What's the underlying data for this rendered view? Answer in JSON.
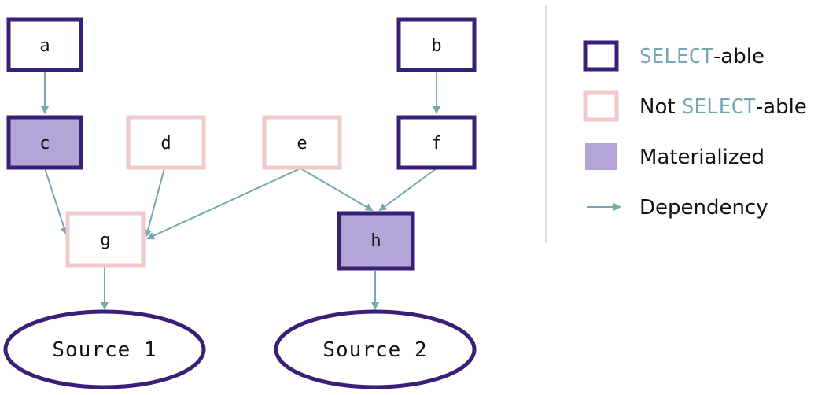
{
  "nodes": {
    "a": "a",
    "b": "b",
    "c": "c",
    "d": "d",
    "e": "e",
    "f": "f",
    "g": "g",
    "h": "h"
  },
  "sources": {
    "source1": "Source 1",
    "source2": "Source 2"
  },
  "legend": {
    "selectable": {
      "keyword": "SELECT",
      "suffix": "-able"
    },
    "not_selectable": {
      "prefix": "Not ",
      "keyword": "SELECT",
      "suffix": "-able"
    },
    "materialized": "Materialized",
    "dependency": "Dependency"
  },
  "colors": {
    "selectable_border": "#3a1f77",
    "not_selectable_border": "#f2c9c9",
    "materialized_fill": "#b3a6d6",
    "dependency_arrow": "#77a7b1",
    "keyword_text": "#77a7b1"
  }
}
